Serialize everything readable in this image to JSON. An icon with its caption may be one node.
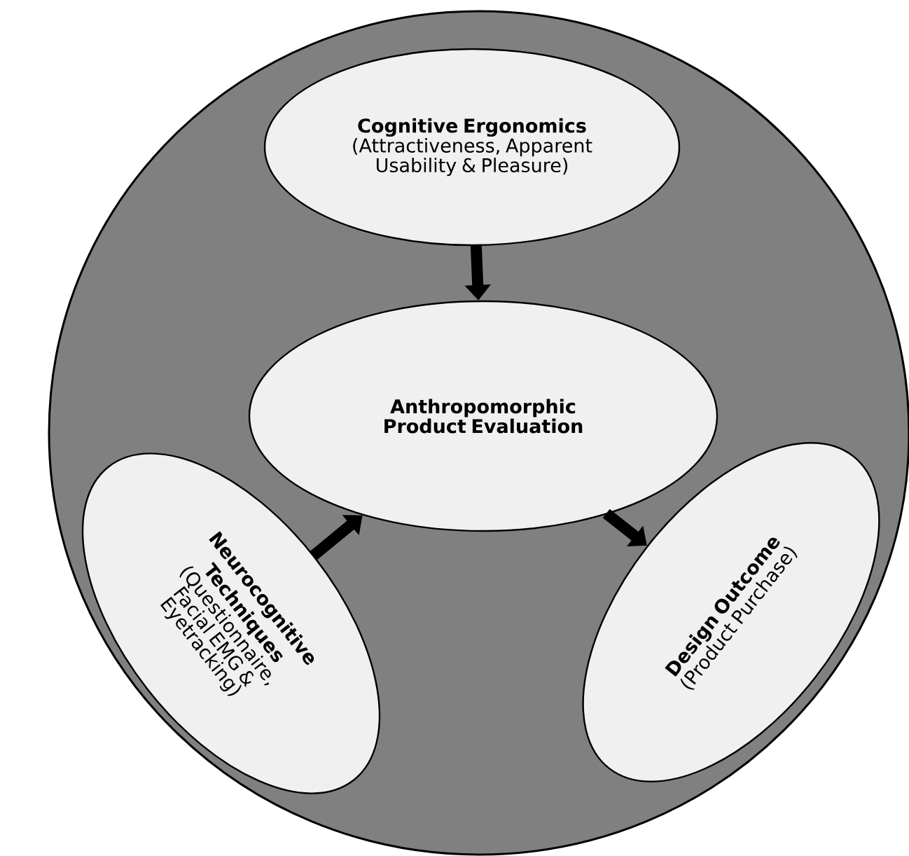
{
  "diagram": {
    "nodes": [
      {
        "text": [],
        "shape": "circle"
      },
      {
        "text": [
          "Cognitive Ergonomics",
          "(Attractiveness, Apparent Usability & Pleasure)"
        ],
        "in": 0
      },
      {
        "text": [
          "Anthropomorphic Product Evaluation"
        ],
        "in": 0
      },
      {
        "text": [
          "Neurocognitive Techniques",
          "(Questionnaire, Facial EMG & Eyetracking)"
        ],
        "in": 0
      },
      {
        "text": [
          "Design Outcome",
          "(Product Purchase)"
        ],
        "in": 0
      }
    ],
    "edges": [
      {
        "from": 1,
        "to": 2,
        "arrow": "to"
      },
      {
        "from": 3,
        "to": 2,
        "arrow": "to"
      },
      {
        "from": 2,
        "to": 4,
        "arrow": "to"
      }
    ]
  }
}
